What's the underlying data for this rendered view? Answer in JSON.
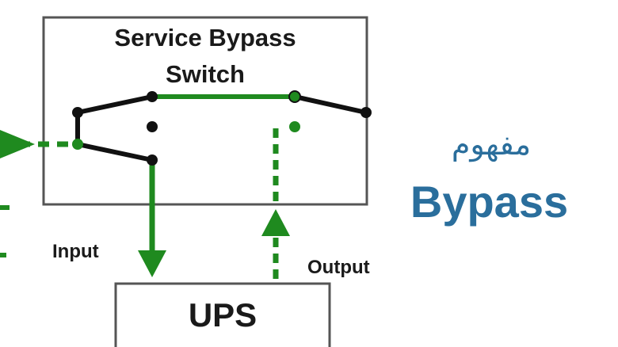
{
  "diagram": {
    "switch_box": {
      "title_line1": "Service Bypass",
      "title_line2": "Switch"
    },
    "input_label": "Input",
    "output_label": "Output",
    "ups_label": "UPS"
  },
  "caption": {
    "arabic": "مفهوم",
    "english": "Bypass"
  },
  "colors": {
    "flow_green": "#1f8a1f",
    "switch_black": "#111111",
    "caption_blue": "#2a6e9c"
  }
}
